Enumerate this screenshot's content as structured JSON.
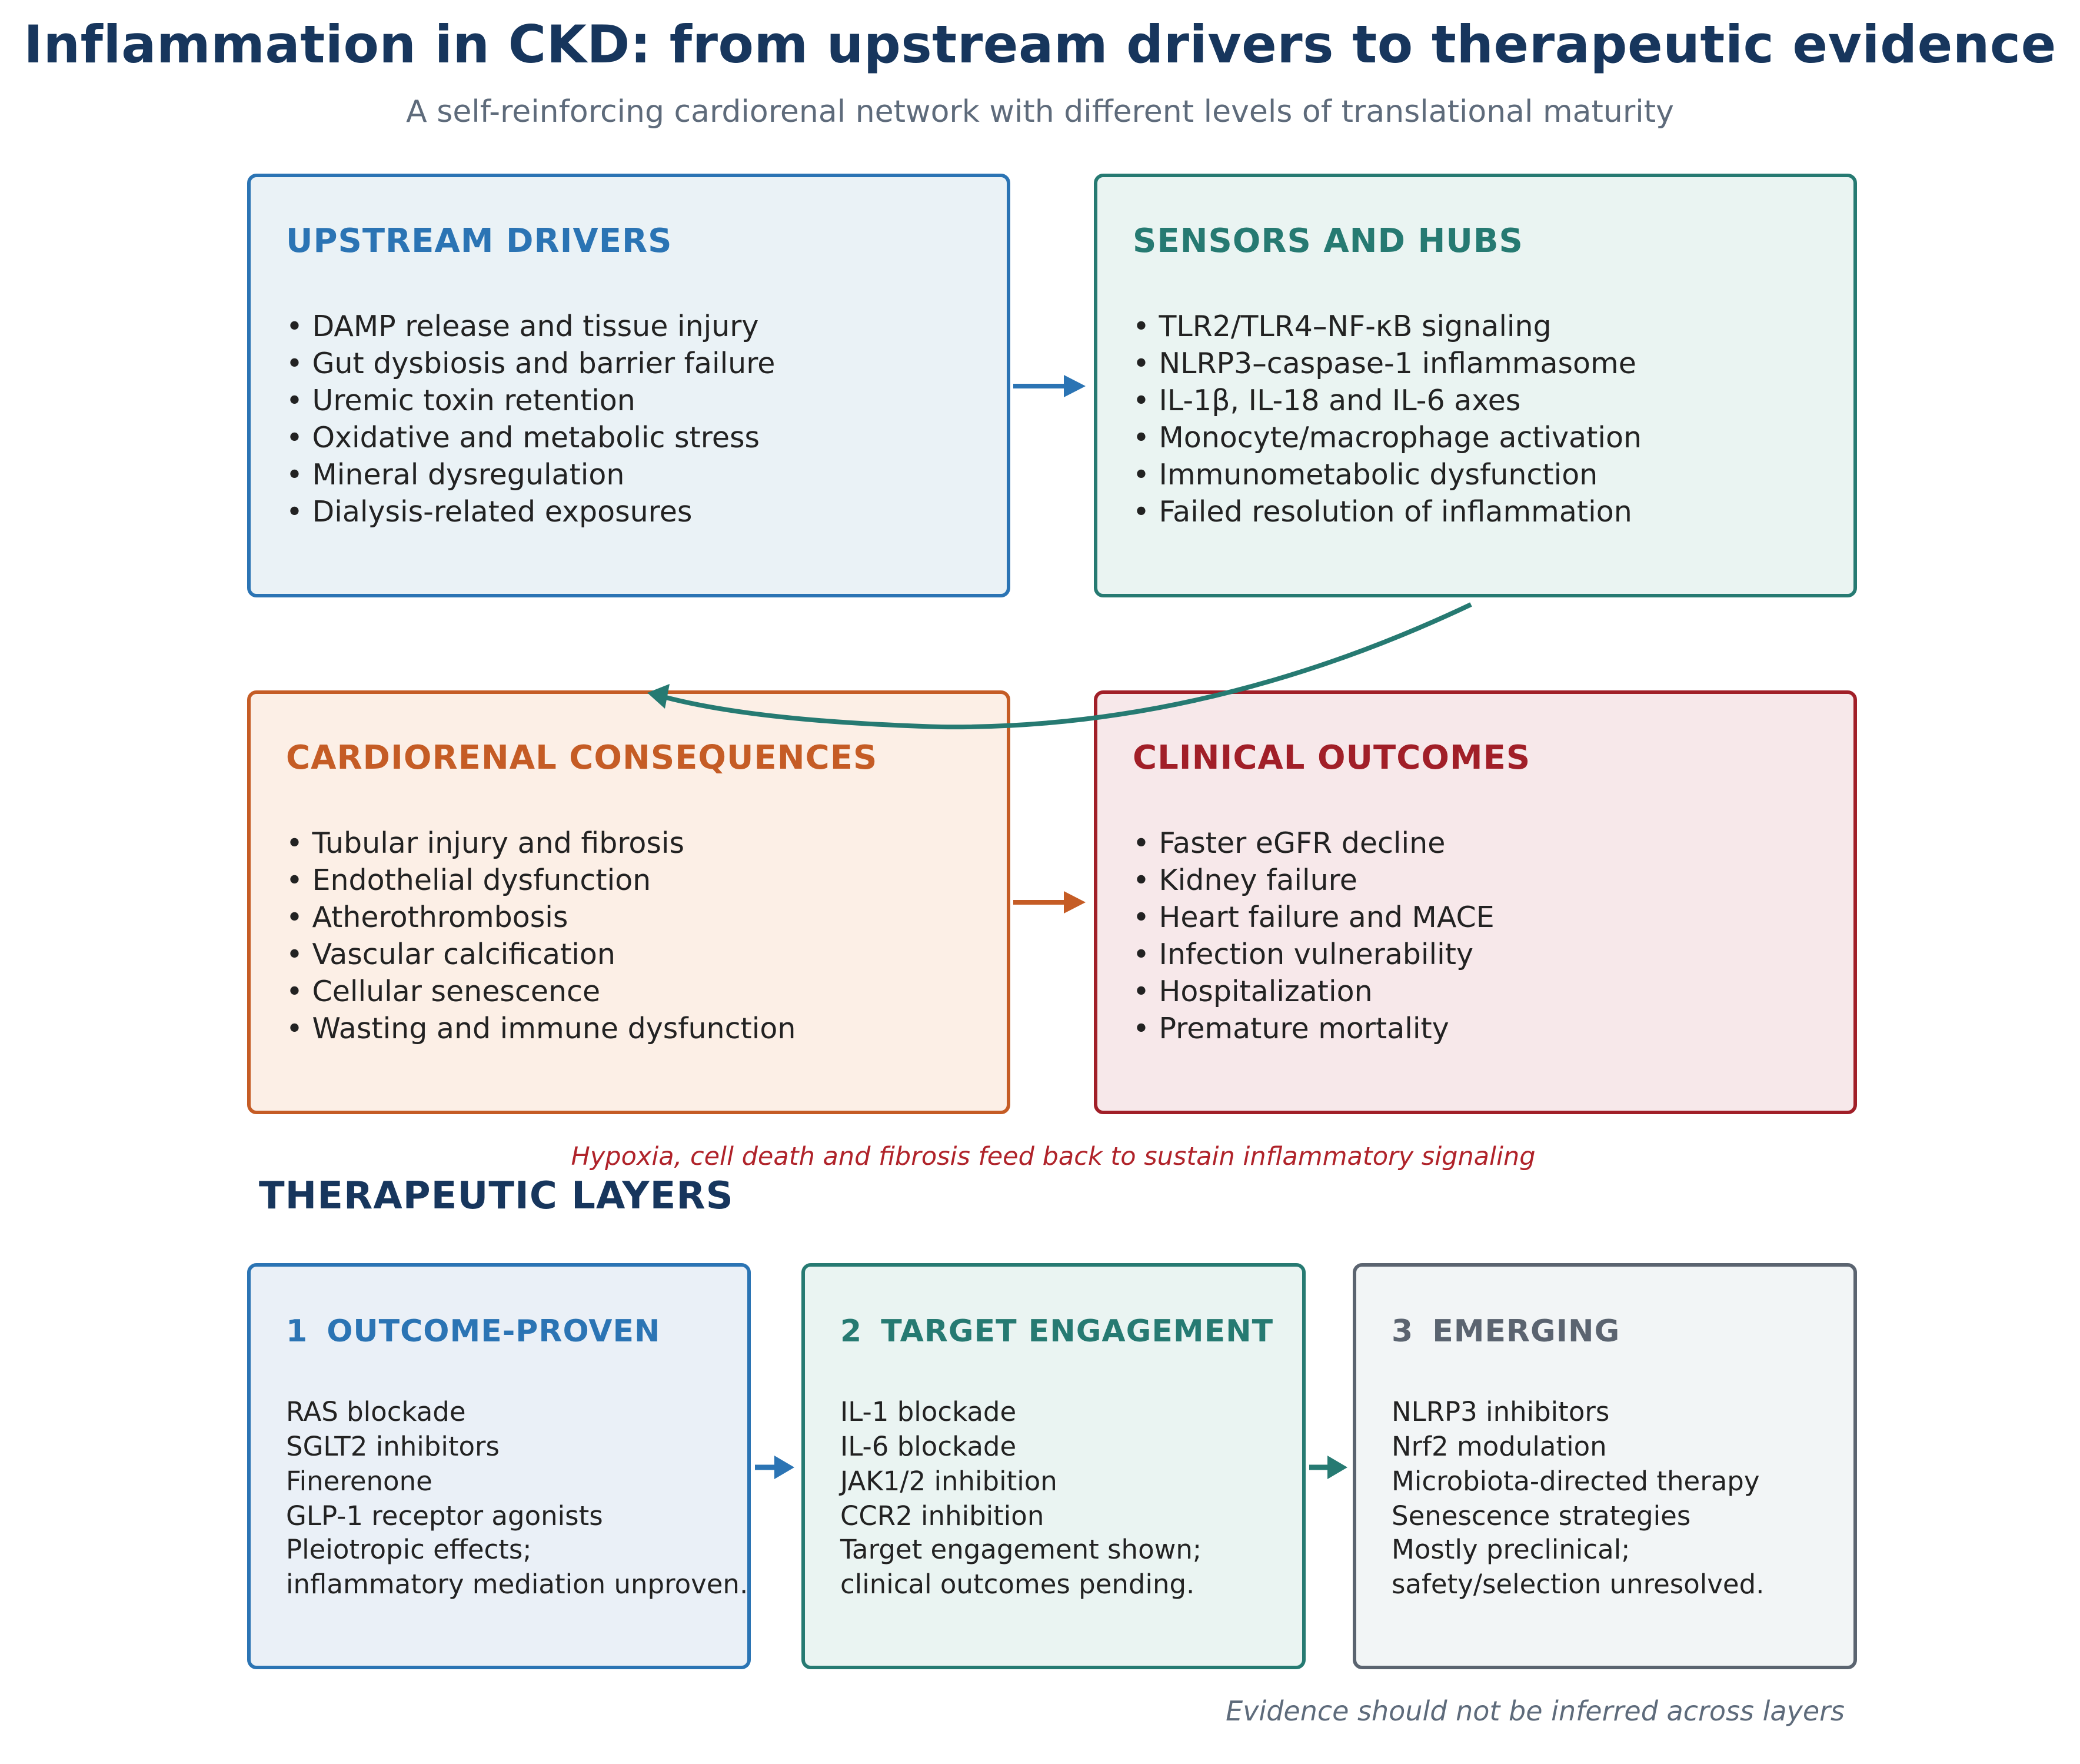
{
  "title": "Inflammation in CKD: from upstream drivers to therapeutic evidence",
  "subtitle": "A self-reinforcing cardiorenal network with different levels of translational maturity",
  "colors": {
    "navy": "#17365d",
    "blue": "#2b74b4",
    "teal": "#267a72",
    "orange": "#c55c25",
    "red": "#a11f28",
    "gray": "#5b6470"
  },
  "network": {
    "upstream": {
      "title": "UPSTREAM DRIVERS",
      "items": [
        "DAMP release and tissue injury",
        "Gut dysbiosis and barrier failure",
        "Uremic toxin retention",
        "Oxidative and metabolic stress",
        "Mineral dysregulation",
        "Dialysis-related exposures"
      ]
    },
    "sensors": {
      "title": "SENSORS AND HUBS",
      "items": [
        "TLR2/TLR4–NF-κB signaling",
        "NLRP3–caspase-1 inflammasome",
        "IL-1β, IL-18 and IL-6 axes",
        "Monocyte/macrophage activation",
        "Immunometabolic dysfunction",
        "Failed resolution of inflammation"
      ]
    },
    "consequences": {
      "title": "CARDIORENAL CONSEQUENCES",
      "items": [
        "Tubular injury and fibrosis",
        "Endothelial dysfunction",
        "Atherothrombosis",
        "Vascular calcification",
        "Cellular senescence",
        "Wasting and immune dysfunction"
      ]
    },
    "outcomes": {
      "title": "CLINICAL OUTCOMES",
      "items": [
        "Faster eGFR decline",
        "Kidney failure",
        "Heart failure and MACE",
        "Infection vulnerability",
        "Hospitalization",
        "Premature mortality"
      ]
    },
    "feedback_note": "Hypoxia, cell death and fibrosis feed back to sustain inflammatory signaling"
  },
  "therapeutic": {
    "section_title": "THERAPEUTIC LAYERS",
    "layers": [
      {
        "number": "1",
        "title": "OUTCOME-PROVEN",
        "items": [
          "RAS blockade",
          "SGLT2 inhibitors",
          "Finerenone",
          "GLP-1 receptor agonists"
        ],
        "note": [
          "Pleiotropic effects;",
          "inflammatory mediation unproven."
        ]
      },
      {
        "number": "2",
        "title": "TARGET ENGAGEMENT",
        "items": [
          "IL-1 blockade",
          "IL-6 blockade",
          "JAK1/2 inhibition",
          "CCR2 inhibition"
        ],
        "note": [
          "Target engagement shown;",
          "clinical outcomes pending."
        ]
      },
      {
        "number": "3",
        "title": "EMERGING",
        "items": [
          "NLRP3 inhibitors",
          "Nrf2 modulation",
          "Microbiota-directed therapy",
          "Senescence strategies"
        ],
        "note": [
          "Mostly preclinical;",
          "safety/selection unresolved."
        ]
      }
    ],
    "footer_note": "Evidence should not be inferred across layers"
  }
}
